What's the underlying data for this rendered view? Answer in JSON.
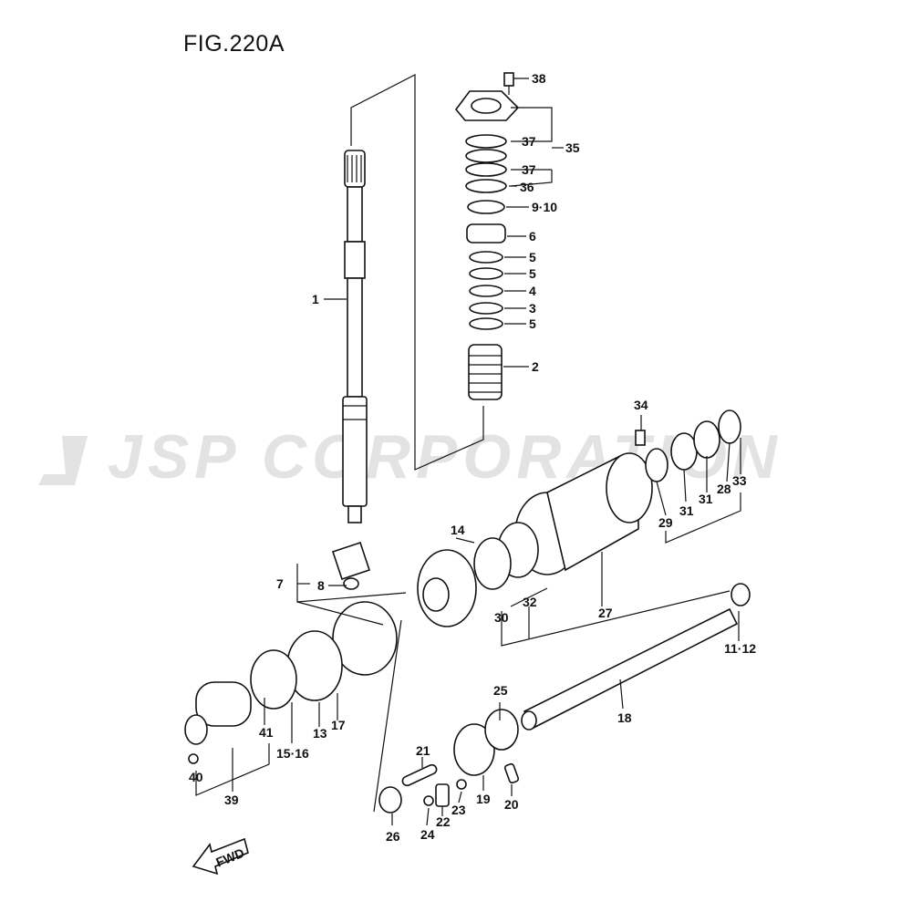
{
  "figure": {
    "title": "FIG.220A"
  },
  "watermark": {
    "text": "JSP CORPORATION"
  },
  "callouts": [
    {
      "id": "c38",
      "text": "38"
    },
    {
      "id": "c37a",
      "text": "37"
    },
    {
      "id": "c35",
      "text": "35"
    },
    {
      "id": "c37b",
      "text": "37"
    },
    {
      "id": "c36",
      "text": "36"
    },
    {
      "id": "c910",
      "text": "9·10"
    },
    {
      "id": "c6",
      "text": "6"
    },
    {
      "id": "c5a",
      "text": "5"
    },
    {
      "id": "c5b",
      "text": "5"
    },
    {
      "id": "c4",
      "text": "4"
    },
    {
      "id": "c3",
      "text": "3"
    },
    {
      "id": "c5c",
      "text": "5"
    },
    {
      "id": "c2",
      "text": "2"
    },
    {
      "id": "c1",
      "text": "1"
    },
    {
      "id": "c34",
      "text": "34"
    },
    {
      "id": "c33",
      "text": "33"
    },
    {
      "id": "c28",
      "text": "28"
    },
    {
      "id": "c31a",
      "text": "31"
    },
    {
      "id": "c31b",
      "text": "31"
    },
    {
      "id": "c29",
      "text": "29"
    },
    {
      "id": "c14",
      "text": "14"
    },
    {
      "id": "c7",
      "text": "7"
    },
    {
      "id": "c8",
      "text": "8"
    },
    {
      "id": "c32",
      "text": "32"
    },
    {
      "id": "c30",
      "text": "30"
    },
    {
      "id": "c27",
      "text": "27"
    },
    {
      "id": "c1112",
      "text": "11·12"
    },
    {
      "id": "c18",
      "text": "18"
    },
    {
      "id": "c25",
      "text": "25"
    },
    {
      "id": "c41",
      "text": "41"
    },
    {
      "id": "c1516",
      "text": "15·16"
    },
    {
      "id": "c13",
      "text": "13"
    },
    {
      "id": "c17",
      "text": "17"
    },
    {
      "id": "c21",
      "text": "21"
    },
    {
      "id": "c40",
      "text": "40"
    },
    {
      "id": "c39",
      "text": "39"
    },
    {
      "id": "c19",
      "text": "19"
    },
    {
      "id": "c20",
      "text": "20"
    },
    {
      "id": "c23",
      "text": "23"
    },
    {
      "id": "c22",
      "text": "22"
    },
    {
      "id": "c24",
      "text": "24"
    },
    {
      "id": "c26",
      "text": "26"
    }
  ],
  "fwd_arrow": {
    "text": "FWD"
  }
}
